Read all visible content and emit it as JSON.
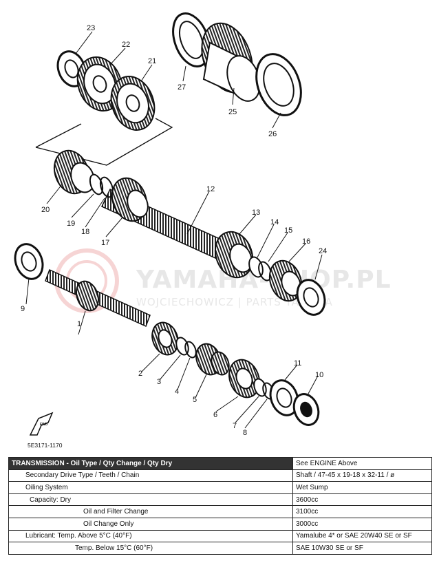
{
  "watermark": {
    "main": "YAMAHA-SHOP.PL",
    "sub": "WOJCIECHOWICZ | PARTS YAMAHA"
  },
  "part_code": "5E3171-1170",
  "fwd_label": "FWD",
  "callouts": [
    "1",
    "2",
    "3",
    "4",
    "5",
    "6",
    "7",
    "8",
    "9",
    "10",
    "11",
    "12",
    "13",
    "14",
    "15",
    "16",
    "17",
    "18",
    "19",
    "20",
    "21",
    "22",
    "23",
    "24",
    "25",
    "26",
    "27"
  ],
  "table": {
    "header": {
      "label": "TRANSMISSION - Oil Type / Qty Change / Qty Dry",
      "value": "See ENGINE Above"
    },
    "rows": [
      {
        "label": "Secondary Drive Type / Teeth / Chain",
        "value": "Shaft / 47-45 x 19-18 x 32-11 / ø"
      },
      {
        "label": "Oiling System",
        "value": "Wet Sump"
      },
      {
        "label": "Capacity: Dry",
        "value": "3600cc"
      },
      {
        "label": "Oil and Filter Change",
        "value": "3100cc"
      },
      {
        "label": "Oil Change Only",
        "value": "3000cc"
      },
      {
        "label": "Lubricant: Temp. Above 5°C (40°F)",
        "value": "Yamalube 4* or SAE 20W40 SE or SF"
      },
      {
        "label": "Temp. Below 15°C (60°F)",
        "value": "SAE 10W30 SE or SF"
      }
    ]
  }
}
